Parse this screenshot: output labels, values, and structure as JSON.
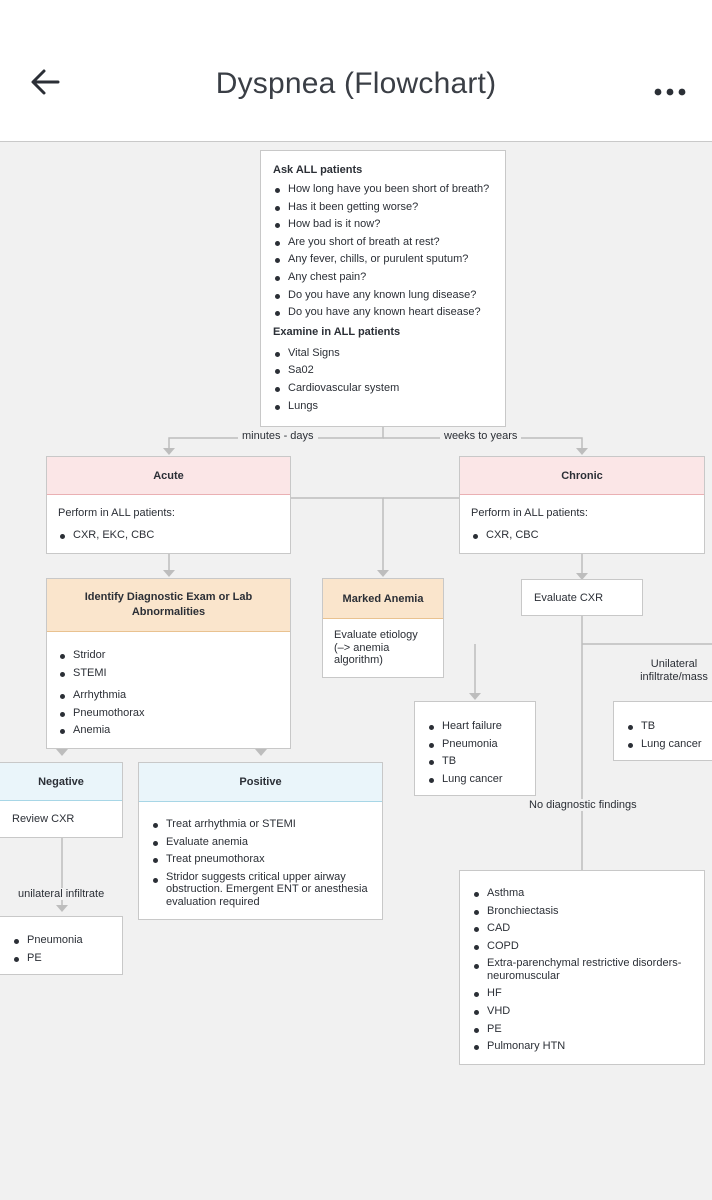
{
  "header": {
    "title": "Dyspnea (Flowchart)"
  },
  "ask": {
    "heading": "Ask ALL patients",
    "items": [
      "How long have you been short of breath?",
      "Has it been getting worse?",
      "How bad is it now?",
      "Are you short of breath at rest?",
      "Any fever, chills, or purulent sputum?",
      "Any chest pain?",
      "Do you have any known lung disease?",
      "Do you have any known heart disease?"
    ],
    "exam_heading": "Examine in ALL patients",
    "exam_items": [
      "Vital Signs",
      "Sa02",
      "Cardiovascular system",
      "Lungs"
    ]
  },
  "edges": {
    "acute": "minutes - days",
    "chronic": "weeks to years",
    "unilateral_mass": "Unilateral infiltrate/mass",
    "no_findings": "No diagnostic findings",
    "unilateral_infiltrate": "unilateral infiltrate"
  },
  "acute": {
    "title": "Acute",
    "perform": "Perform in ALL patients:",
    "items": [
      "CXR, EKC, CBC"
    ]
  },
  "chronic": {
    "title": "Chronic",
    "perform": "Perform in ALL patients:",
    "items": [
      "CXR, CBC"
    ]
  },
  "identify": {
    "title": "Identify Diagnostic Exam or Lab Abnormalities",
    "items_a": [
      "Stridor",
      "STEMI"
    ],
    "items_b": [
      "Arrhythmia",
      "Pneumothorax",
      "Anemia"
    ]
  },
  "anemia": {
    "title": "Marked Anemia",
    "text": "Evaluate etiology (–> anemia algorithm)"
  },
  "evaluate_cxr": {
    "text": "Evaluate CXR"
  },
  "cxr_left": {
    "items": [
      "Heart failure",
      "Pneumonia",
      "TB",
      "Lung cancer"
    ]
  },
  "cxr_right": {
    "items": [
      "TB",
      "Lung cancer"
    ]
  },
  "negative": {
    "title": "Negative",
    "text": "Review CXR"
  },
  "positive": {
    "title": "Positive",
    "items": [
      "Treat arrhythmia or STEMI",
      "Evaluate anemia",
      "Treat pneumothorax",
      "Stridor suggests critical upper airway obstruction. Emergent ENT or anesthesia evaluation required"
    ]
  },
  "neg_result": {
    "items": [
      "Pneumonia",
      "PE"
    ]
  },
  "no_findings": {
    "items": [
      "Asthma",
      "Bronchiectasis",
      "CAD",
      "COPD",
      "Extra-parenchymal restrictive disorders-neuromuscular",
      "HF",
      "VHD",
      "PE",
      "Pulmonary HTN"
    ]
  }
}
